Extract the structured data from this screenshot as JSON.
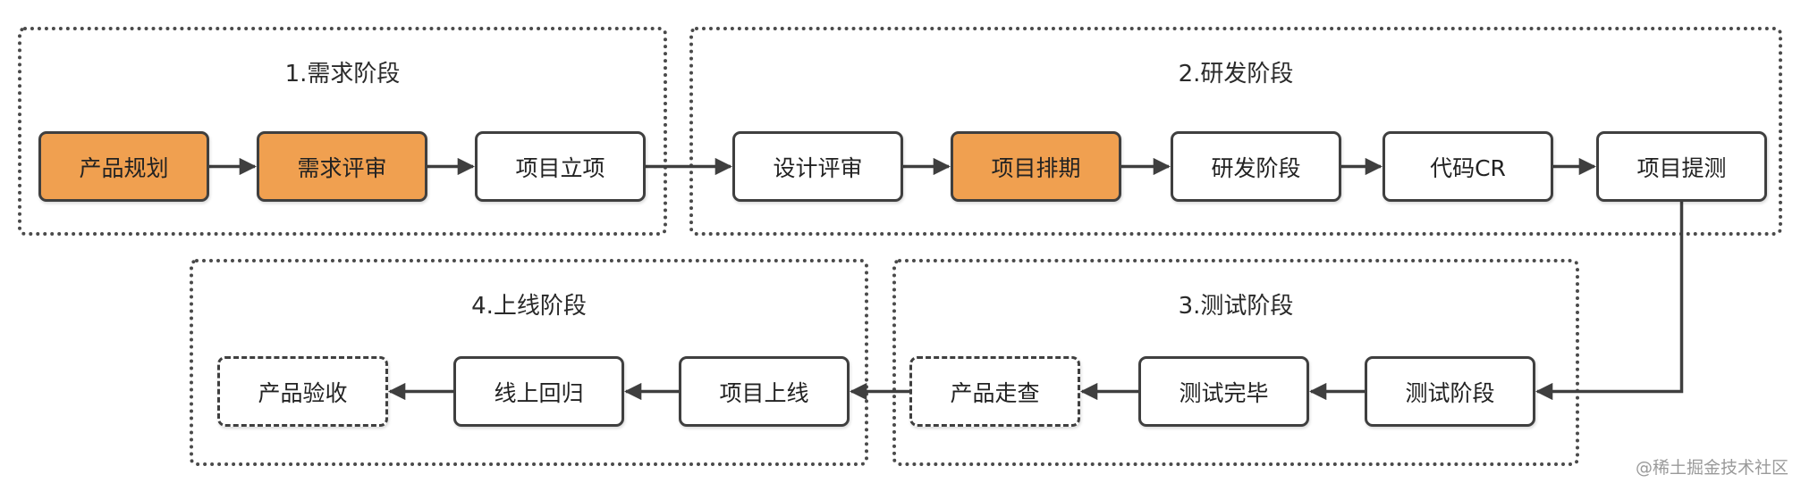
{
  "colors": {
    "highlight": "#f0a050",
    "stroke": "#3f3f3f",
    "text": "#222222"
  },
  "stages": [
    {
      "id": "demand",
      "title": "1.需求阶段",
      "nodes": [
        {
          "id": "n1",
          "label": "产品规划",
          "style": "highlight"
        },
        {
          "id": "n2",
          "label": "需求评审",
          "style": "highlight"
        },
        {
          "id": "n3",
          "label": "项目立项",
          "style": "normal"
        }
      ]
    },
    {
      "id": "dev",
      "title": "2.研发阶段",
      "nodes": [
        {
          "id": "n4",
          "label": "设计评审",
          "style": "normal"
        },
        {
          "id": "n5",
          "label": "项目排期",
          "style": "highlight"
        },
        {
          "id": "n6",
          "label": "研发阶段",
          "style": "normal"
        },
        {
          "id": "n7",
          "label": "代码CR",
          "style": "normal"
        },
        {
          "id": "n8",
          "label": "项目提测",
          "style": "normal"
        }
      ]
    },
    {
      "id": "test",
      "title": "3.测试阶段",
      "nodes": [
        {
          "id": "n9",
          "label": "测试阶段",
          "style": "normal"
        },
        {
          "id": "n10",
          "label": "测试完毕",
          "style": "normal"
        },
        {
          "id": "n11",
          "label": "产品走查",
          "style": "dashed"
        }
      ]
    },
    {
      "id": "launch",
      "title": "4.上线阶段",
      "nodes": [
        {
          "id": "n12",
          "label": "项目上线",
          "style": "normal"
        },
        {
          "id": "n13",
          "label": "线上回归",
          "style": "normal"
        },
        {
          "id": "n14",
          "label": "产品验收",
          "style": "dashdot"
        }
      ]
    }
  ],
  "edges": [
    [
      "n1",
      "n2"
    ],
    [
      "n2",
      "n3"
    ],
    [
      "n3",
      "n4"
    ],
    [
      "n4",
      "n5"
    ],
    [
      "n5",
      "n6"
    ],
    [
      "n6",
      "n7"
    ],
    [
      "n7",
      "n8"
    ],
    [
      "n8",
      "n9"
    ],
    [
      "n9",
      "n10"
    ],
    [
      "n10",
      "n11"
    ],
    [
      "n11",
      "n12"
    ],
    [
      "n12",
      "n13"
    ],
    [
      "n13",
      "n14"
    ]
  ],
  "watermark": "@稀土掘金技术社区"
}
